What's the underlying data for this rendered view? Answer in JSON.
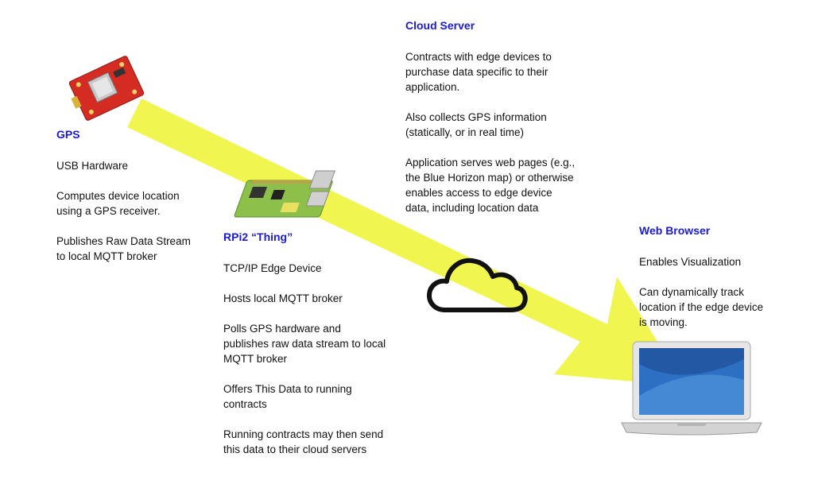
{
  "gps": {
    "title": "GPS",
    "lines": [
      "USB Hardware",
      "Computes device location using a GPS receiver.",
      "Publishes Raw Data Stream to local MQTT broker"
    ]
  },
  "rpi": {
    "title": "RPi2 “Thing”",
    "lines": [
      "TCP/IP Edge Device",
      "Hosts local MQTT broker",
      "Polls GPS hardware and publishes raw data stream to local MQTT broker",
      "Offers This Data to running contracts",
      "Running contracts may then send this data to their cloud servers"
    ]
  },
  "cloud": {
    "title": "Cloud Server",
    "lines": [
      "Contracts with edge devices to purchase data specific to their application.",
      "Also collects GPS information (statically, or in real time)",
      "Application serves web pages (e.g., the Blue Horizon map) or otherwise enables access to edge device data, including location data"
    ]
  },
  "web": {
    "title": "Web Browser",
    "lines": [
      "Enables  Visualization",
      "Can dynamically track location if the edge device is moving."
    ]
  },
  "colors": {
    "title_blue": "#1a1adb",
    "arrow_yellow": "#eef53c",
    "gps_board_red": "#d42c22",
    "laptop_screen_blue": "#2d6fc2"
  },
  "icons": {
    "gps": "gps-module-icon",
    "rpi": "raspberry-pi-board-icon",
    "cloud": "cloud-icon",
    "laptop": "laptop-icon"
  }
}
